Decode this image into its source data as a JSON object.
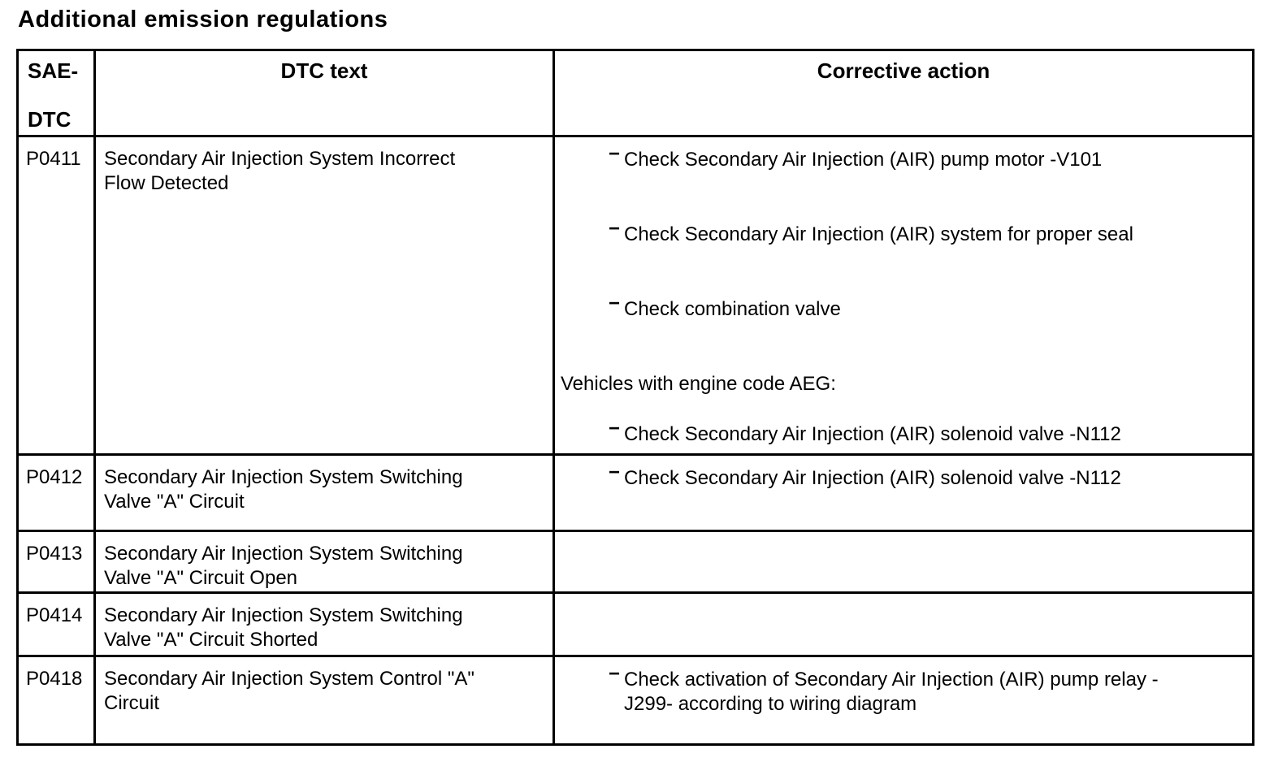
{
  "page": {
    "title": "Additional emission regulations"
  },
  "table": {
    "bullet_marker": "−",
    "headers": {
      "sae_dtc": "SAE-\n\nDTC",
      "dtc_text": "DTC text",
      "corrective_action": "Corrective action"
    },
    "rows": [
      {
        "code": "P0411",
        "dtc_text": "Secondary Air Injection System Incorrect\nFlow Detected",
        "actions": [
          {
            "type": "bullet",
            "text": "Check Secondary Air Injection (AIR) pump motor -V101"
          },
          {
            "type": "bullet",
            "text": "Check Secondary Air Injection (AIR) system for proper seal"
          },
          {
            "type": "bullet",
            "text": "Check combination valve"
          },
          {
            "type": "note",
            "text": "Vehicles with engine code AEG:"
          },
          {
            "type": "bullet",
            "text": "Check Secondary Air Injection (AIR) solenoid valve -N112"
          }
        ]
      },
      {
        "code": "P0412",
        "dtc_text": "Secondary Air Injection System Switching\nValve \"A\" Circuit",
        "actions": [
          {
            "type": "bullet",
            "text": "Check Secondary Air Injection (AIR) solenoid valve -N112"
          }
        ]
      },
      {
        "code": "P0413",
        "dtc_text": "Secondary Air Injection System Switching\nValve \"A\" Circuit Open",
        "actions": []
      },
      {
        "code": "P0414",
        "dtc_text": "Secondary Air Injection System Switching\nValve \"A\" Circuit Shorted",
        "actions": []
      },
      {
        "code": "P0418",
        "dtc_text": "Secondary Air Injection System Control \"A\"\nCircuit",
        "actions": [
          {
            "type": "bullet",
            "text": "Check activation of Secondary Air Injection (AIR) pump relay -\nJ299- according to wiring diagram"
          }
        ]
      }
    ]
  }
}
